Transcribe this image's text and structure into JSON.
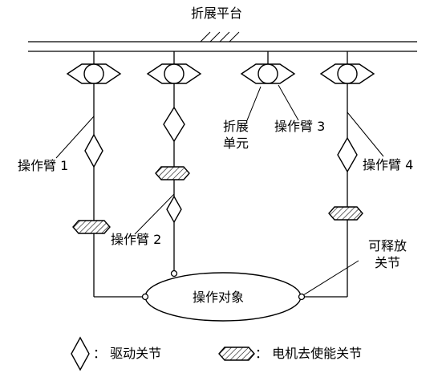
{
  "labels": {
    "platform": "折展平台",
    "arm1": "操作臂 1",
    "arm2": "操作臂 2",
    "arm3": "操作臂 3",
    "arm4": "操作臂 4",
    "unit_line1": "折展",
    "unit_line2": "单元",
    "object": "操作对象",
    "release_line1": "可释放",
    "release_line2": "关节"
  },
  "legend": {
    "drive_joint": "：  驱动关节",
    "disabled_joint": "：  电机去使能关节"
  }
}
